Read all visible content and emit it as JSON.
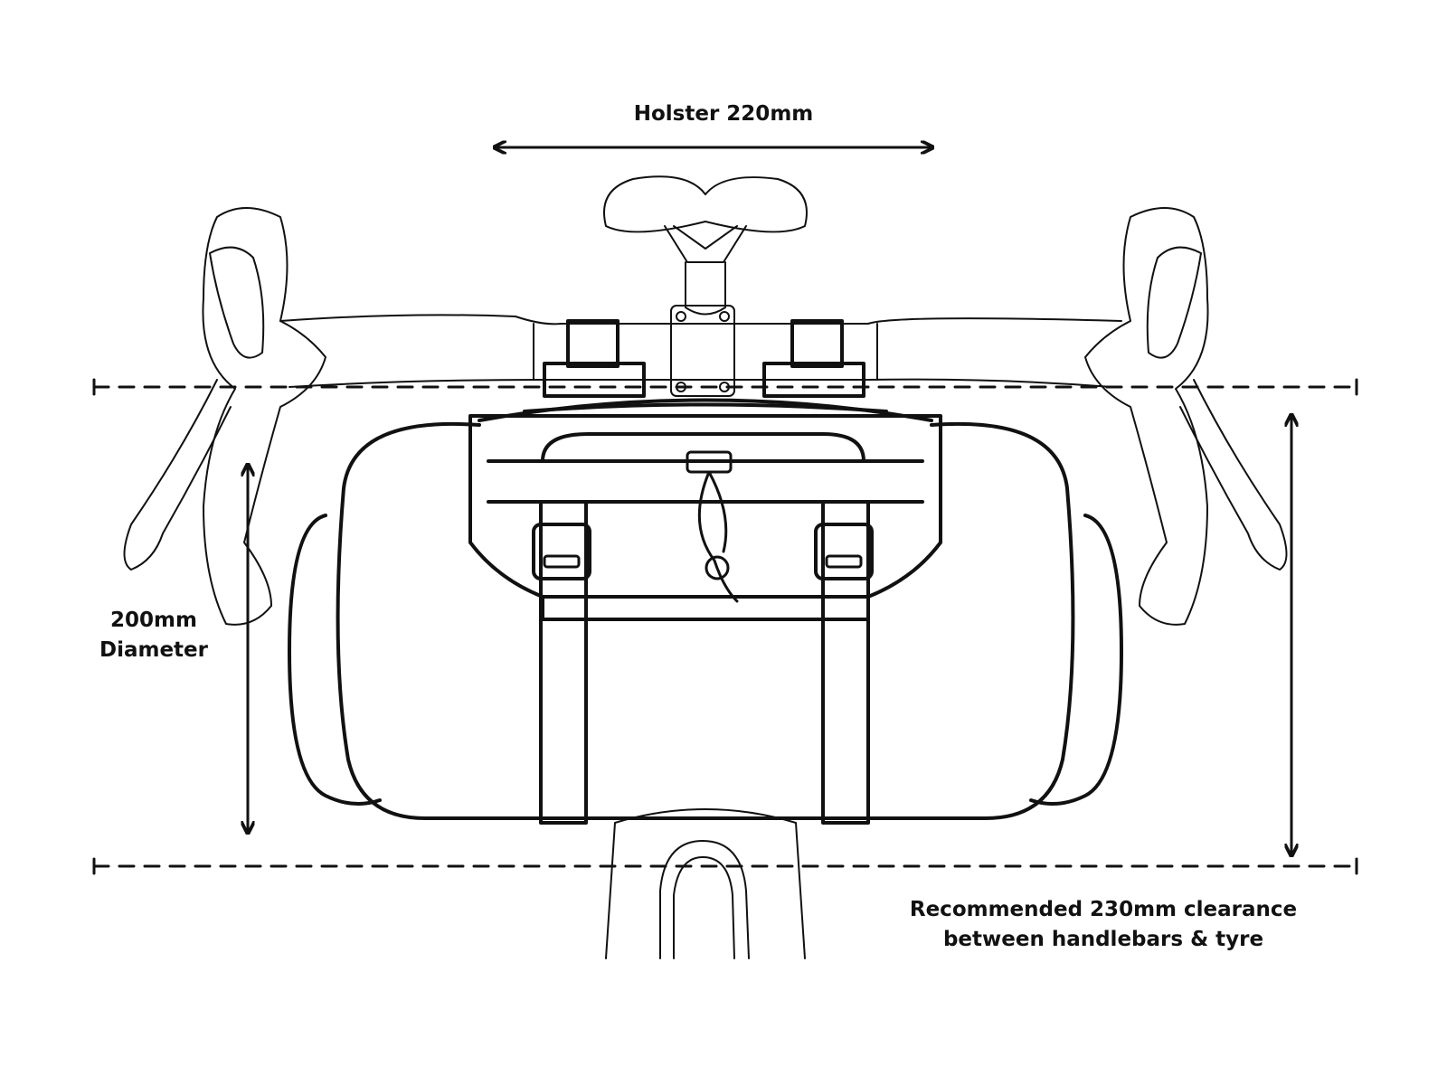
{
  "labels": {
    "holster": "Holster 220mm",
    "diameter_line1": "200mm",
    "diameter_line2": "Diameter",
    "clearance_line1": "Recommended 230mm clearance",
    "clearance_line2": "between handlebars & tyre"
  },
  "colors": {
    "line": "#111111",
    "background": "#ffffff"
  }
}
